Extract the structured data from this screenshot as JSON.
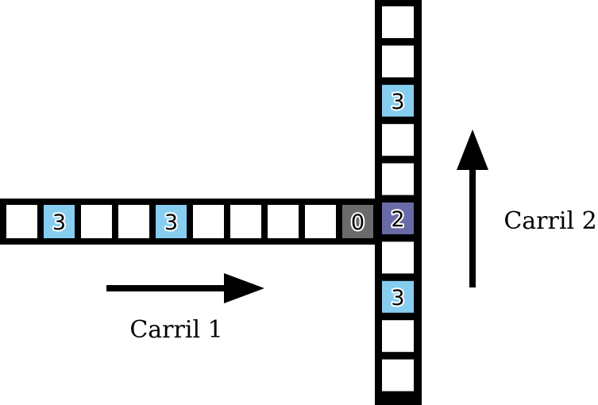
{
  "colors": {
    "background": "#ffffff",
    "road": "#000000",
    "empty_cell": "#ffffff",
    "car_speed_3": "#87cdf0",
    "car_speed_2": "#6a6aa8",
    "car_speed_0": "#6b6b6b",
    "arrow": "#000000"
  },
  "lane1": {
    "label": "Carril 1",
    "direction": "east",
    "cells": [
      "",
      "3",
      "",
      "",
      "3",
      "",
      "",
      "",
      "",
      "0"
    ]
  },
  "lane2": {
    "label": "Carril 2",
    "direction": "north",
    "cells_top_to_bottom": [
      "",
      "",
      "3",
      "",
      "",
      "2",
      "",
      "3",
      "",
      ""
    ]
  },
  "intersection": {
    "value": "2"
  }
}
